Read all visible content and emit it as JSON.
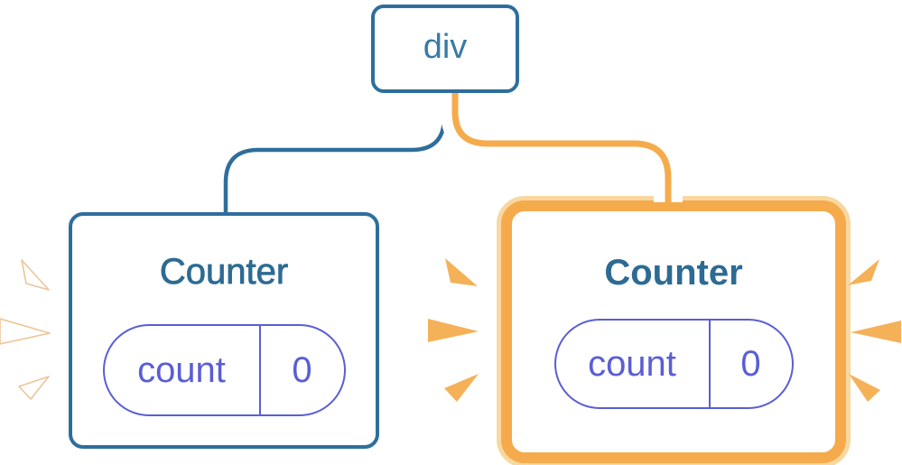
{
  "diagram": {
    "description": "React component tree: root div element with two Counter children; the second Counter is highlighted as re-rendering with updated state",
    "root": {
      "label": "div"
    },
    "children": [
      {
        "title": "Counter",
        "highlighted": false,
        "state": {
          "name": "count",
          "value": "0"
        },
        "sparks": {
          "count": 3,
          "color": "#ffffff",
          "position": "left"
        }
      },
      {
        "title": "Counter",
        "highlighted": true,
        "state": {
          "name": "count",
          "value": "0"
        },
        "sparks": {
          "count": 6,
          "color": "#f5b158",
          "position": "both-sides"
        }
      }
    ]
  },
  "colors": {
    "background": "#ffffff",
    "node_border_blue": "#2e6e9c",
    "root_label_blue": "#3a7aa6",
    "counter_title_blue": "#2d6b92",
    "state_purple": "#5a5ed4",
    "highlight_orange": "#f5ab4c",
    "highlight_orange_pale": "#f8d8a0",
    "spark_orange": "#f5b158",
    "connector_halo_white": "#ffffff"
  }
}
